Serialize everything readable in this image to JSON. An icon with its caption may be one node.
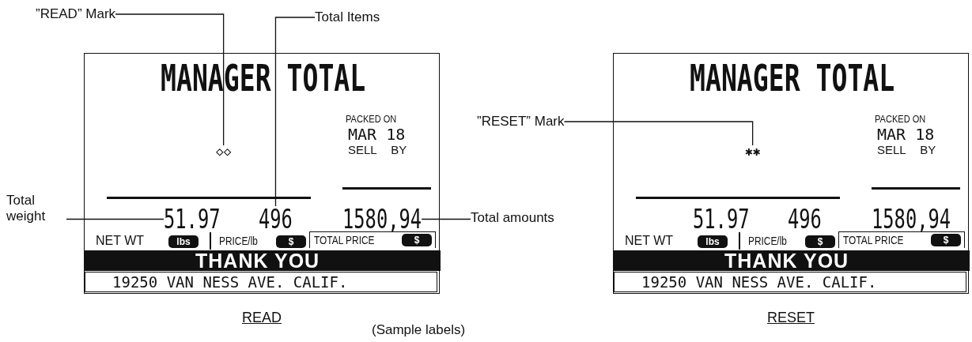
{
  "diagram": {
    "nodes": [
      {
        "text": [
          "”READ” Mark"
        ]
      },
      {
        "text": [
          "Total Items"
        ]
      },
      {
        "text": [
          "Total weight"
        ]
      },
      {
        "text": [
          "Total amounts"
        ]
      },
      {
        "text": [
          "MANAGER TOTAL",
          "PACKED ON",
          "MAR 18",
          "SELL BY",
          "NET WT",
          "PRICE/lb"
        ],
        "beside": [
          "READ"
        ]
      },
      {
        "text": [
          "◇◇"
        ],
        "in": 4
      },
      {
        "text": [
          "51.97"
        ],
        "in": 4
      },
      {
        "text": [
          "496"
        ],
        "in": 4
      },
      {
        "text": [
          "1580,94"
        ],
        "in": 4
      },
      {
        "text": [
          "lbs"
        ],
        "in": 4
      },
      {
        "text": [
          "$"
        ],
        "in": 4
      },
      {
        "text": [
          "TOTAL PRICE"
        ],
        "in": 4
      },
      {
        "text": [
          "$"
        ],
        "in": 11
      },
      {
        "text": [
          "THANK YOU"
        ],
        "in": 4
      },
      {
        "text": [
          "19250 VAN NESS AVE. CALIF."
        ],
        "in": 4
      },
      {
        "text": [
          "”RESET” Mark"
        ]
      },
      {
        "text": [
          "MANAGER TOTAL",
          "PACKED ON",
          "MAR 18",
          "SELL BY",
          "NET WT",
          "PRICE/lb"
        ],
        "beside": [
          "RESET"
        ]
      },
      {
        "text": [
          "✱✱"
        ],
        "in": 16
      },
      {
        "text": [
          "51.97"
        ],
        "in": 16
      },
      {
        "text": [
          "496"
        ],
        "in": 16
      },
      {
        "text": [
          "1580,94"
        ],
        "in": 16
      },
      {
        "text": [
          "lbs"
        ],
        "in": 16
      },
      {
        "text": [
          "$"
        ],
        "in": 16
      },
      {
        "text": [
          "TOTAL PRICE"
        ],
        "in": 16
      },
      {
        "text": [
          "$"
        ],
        "in": 23
      },
      {
        "text": [
          "THANK YOU"
        ],
        "in": 16
      },
      {
        "text": [
          "19250 VAN NESS AVE. CALIF."
        ],
        "in": 16
      }
    ],
    "edges": [
      {
        "from": 0,
        "to": 5,
        "arrow": "none"
      },
      {
        "from": 1,
        "to": 7,
        "arrow": "none"
      },
      {
        "from": 2,
        "to": 6,
        "arrow": "none"
      },
      {
        "from": 3,
        "to": 8,
        "arrow": "none"
      },
      {
        "from": 15,
        "to": 17,
        "arrow": "none"
      }
    ],
    "labels": [
      "(Sample labels)"
    ]
  }
}
